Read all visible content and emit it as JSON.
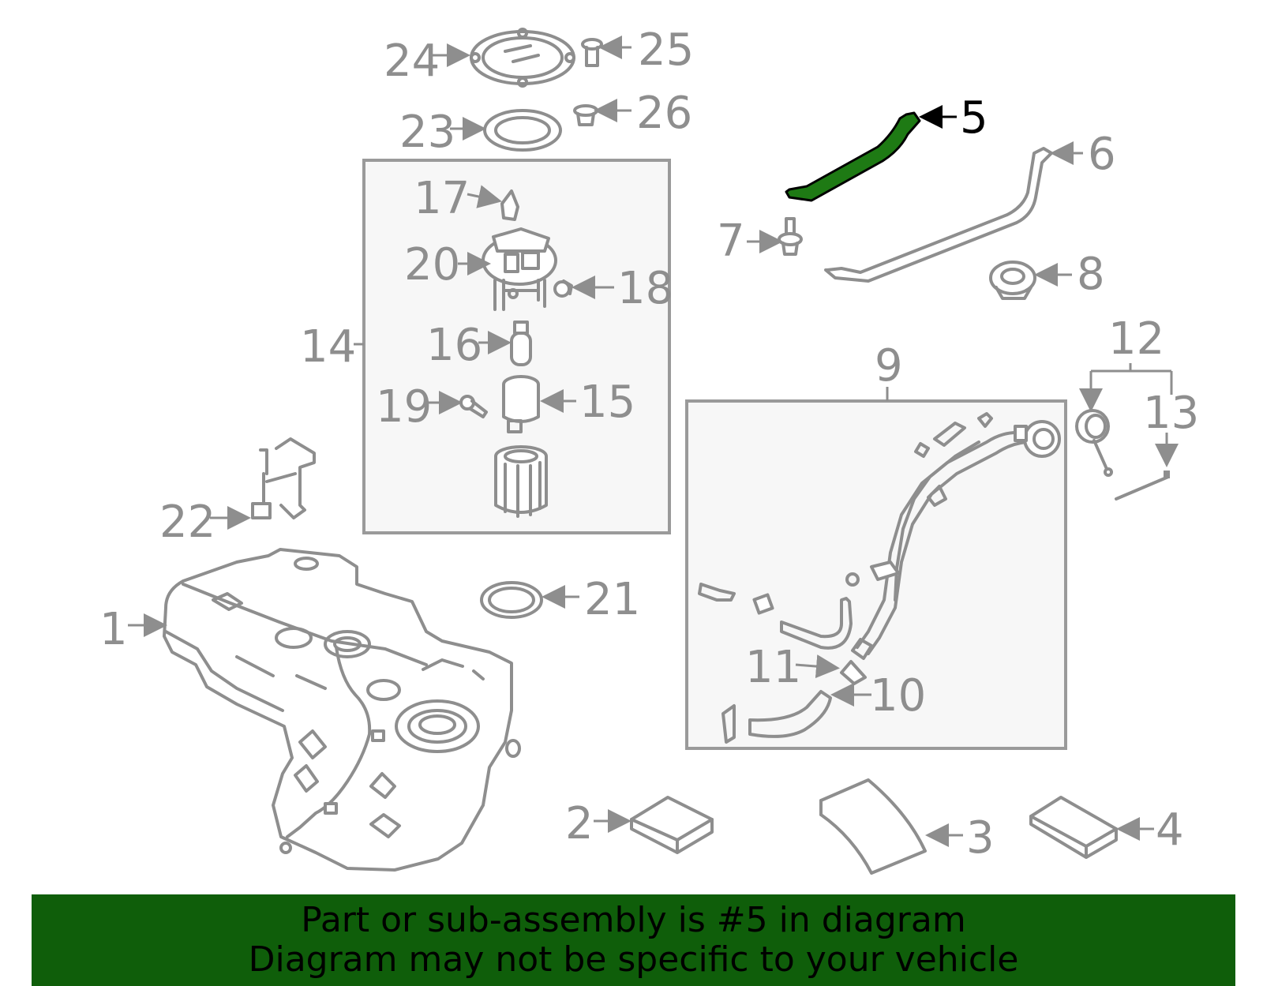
{
  "colors": {
    "line": "#8e8e8e",
    "highlight_fill": "#1e7a14",
    "highlight_stroke": "#000000",
    "banner_bg": "#0f5e0a",
    "banner_text": "#000000"
  },
  "callouts": {
    "c1": "1",
    "c2": "2",
    "c3": "3",
    "c4": "4",
    "c5": "5",
    "c6": "6",
    "c7": "7",
    "c8": "8",
    "c9": "9",
    "c10": "10",
    "c11": "11",
    "c12": "12",
    "c13": "13",
    "c14": "14",
    "c15": "15",
    "c16": "16",
    "c17": "17",
    "c18": "18",
    "c19": "19",
    "c20": "20",
    "c21": "21",
    "c22": "22",
    "c23": "23",
    "c24": "24",
    "c25": "25",
    "c26": "26"
  },
  "highlighted_part": "5",
  "banner": {
    "line1": "Part or sub-assembly is #5 in diagram",
    "line2": "Diagram may not be specific to your vehicle"
  }
}
